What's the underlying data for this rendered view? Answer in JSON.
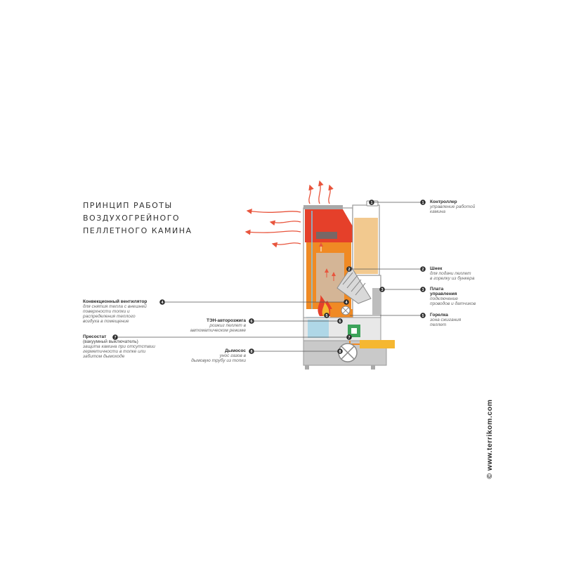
{
  "title": {
    "line1": "ПРИНЦИП РАБОТЫ",
    "line2": "ВОЗДУХОГРЕЙНОГО",
    "line3": "ПЕЛЛЕТНОГО КАМИНА"
  },
  "callouts": [
    {
      "id": "controller",
      "num": "1",
      "name": "Контроллер",
      "desc": [
        "управление работой",
        "камина"
      ]
    },
    {
      "id": "auger",
      "num": "2",
      "name": "Шнек",
      "desc": [
        "для подачи пеллет",
        "в горелку из бункера"
      ]
    },
    {
      "id": "control-board",
      "num": "3",
      "name": "Плата управления",
      "name_lines": [
        "Плата",
        "управления"
      ],
      "desc": [
        "подключение",
        "проводов и датчиков"
      ]
    },
    {
      "id": "burner",
      "num": "5",
      "name": "Горелка",
      "desc": [
        "зона сжигания",
        "пеллет"
      ]
    },
    {
      "id": "convection-fan",
      "num": "4",
      "name": "Конвекционный вентилятор",
      "desc": [
        "для снятия тепла с внешней",
        "поверхности топки и",
        "распределения теплого",
        "воздуха в помещение"
      ]
    },
    {
      "id": "igniter",
      "num": "6",
      "name": "ТЭН-авторозжига",
      "desc": [
        "розжиг пеллет в",
        "автоматическом режиме"
      ]
    },
    {
      "id": "pressostat",
      "num": "7",
      "name": "Пресостат",
      "name2": "(вакуумный выключатель)",
      "desc": [
        "защита камина при отсутствии",
        "герметичности в топке или",
        "забитом дымоходе"
      ]
    },
    {
      "id": "smoke-exhauster",
      "num": "8",
      "name": "Дымосос",
      "desc": [
        "унос газов в",
        "дымовую трубу из топки"
      ]
    }
  ],
  "copyright": "© www.terrikom.com",
  "colors": {
    "orange": "#f08a24",
    "red": "#e5402a",
    "arrow_red": "#e8553d",
    "pellet": "#f2c98f",
    "gray": "#b9b9b9",
    "blue": "#7fc8e6",
    "green": "#3da35a",
    "yellow": "#f5b731"
  }
}
